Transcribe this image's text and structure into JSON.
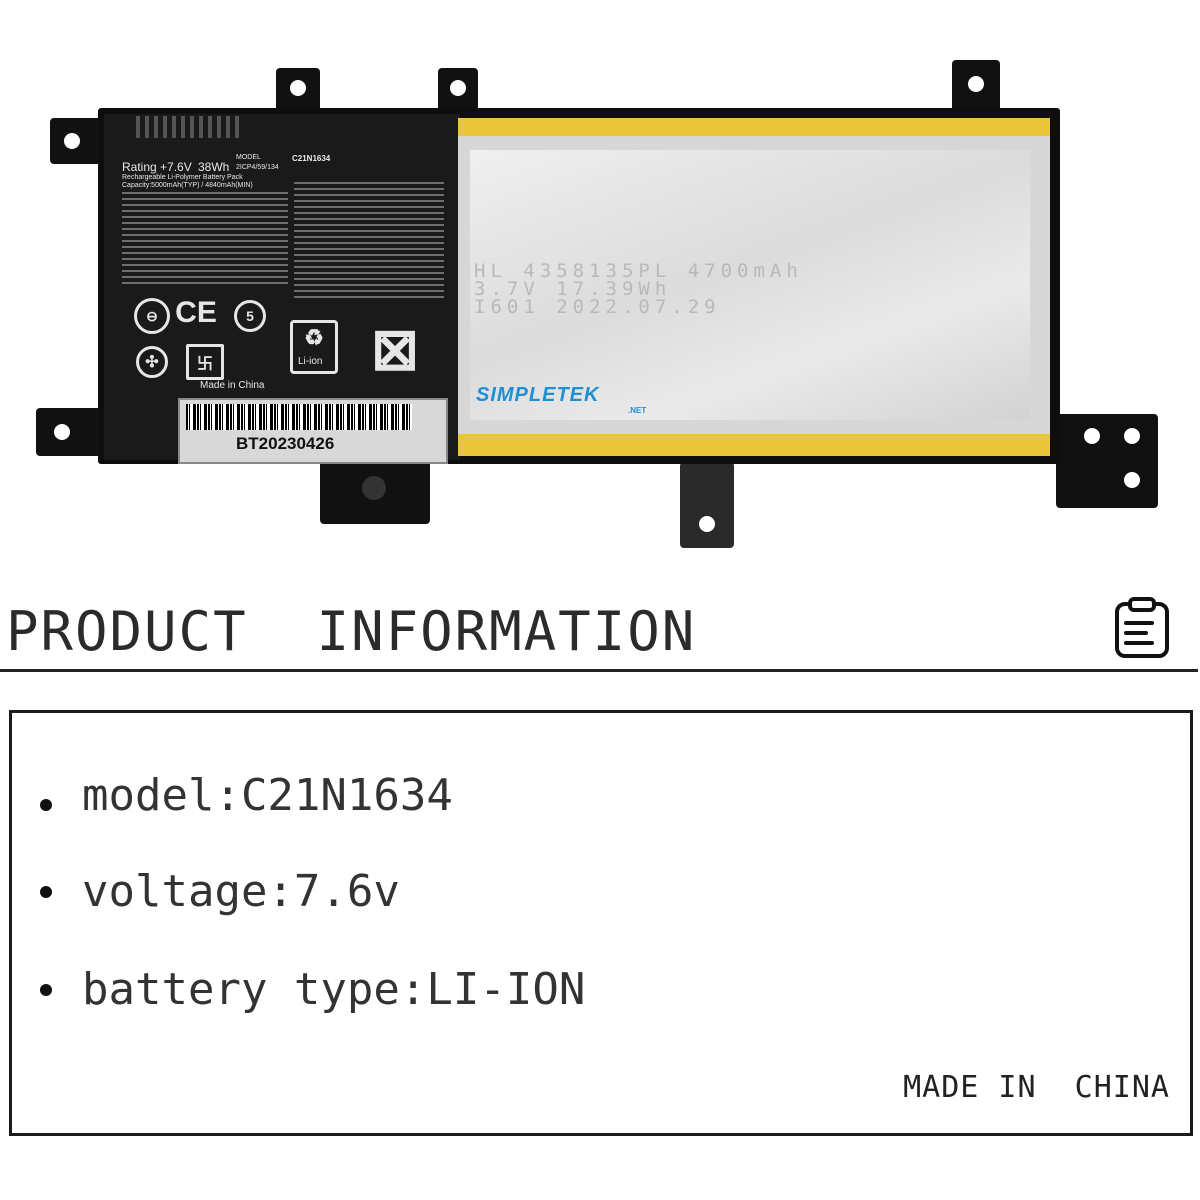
{
  "battery": {
    "rating": "Rating +7.6V",
    "energy": "38Wh",
    "model_label": "MODEL",
    "model_code": "C21N1634",
    "cell_code": "2ICP4/59/134",
    "pack_type": "Rechargeable Li-Polymer Battery Pack",
    "capacity": "Capacity:5000mAh(TYP) / 4840mAh(MIN)",
    "made_in": "Made in China",
    "recycle_label": "Li-ion",
    "barcode_text": "BT20230426",
    "cell_stamp_line1": "HL 4358135PL 4700mAh",
    "cell_stamp_line2": "3.7V          17.39Wh",
    "cell_stamp_line3": "I601       2022.07.29",
    "brand_logo": "SIMPLETEK",
    "brand_logo_suffix": ".NET"
  },
  "section": {
    "title": "PRODUCT  INFORMATION",
    "icon": "clipboard-icon"
  },
  "info": {
    "items": [
      {
        "label": "model:C21N1634"
      },
      {
        "label": "voltage:7.6v"
      },
      {
        "label": "battery type:LI-ION"
      }
    ],
    "footer": "MADE IN  CHINA"
  },
  "colors": {
    "cell_tape": "#e9c53a",
    "brand_blue": "#1e8fd6",
    "frame": "#111111"
  }
}
